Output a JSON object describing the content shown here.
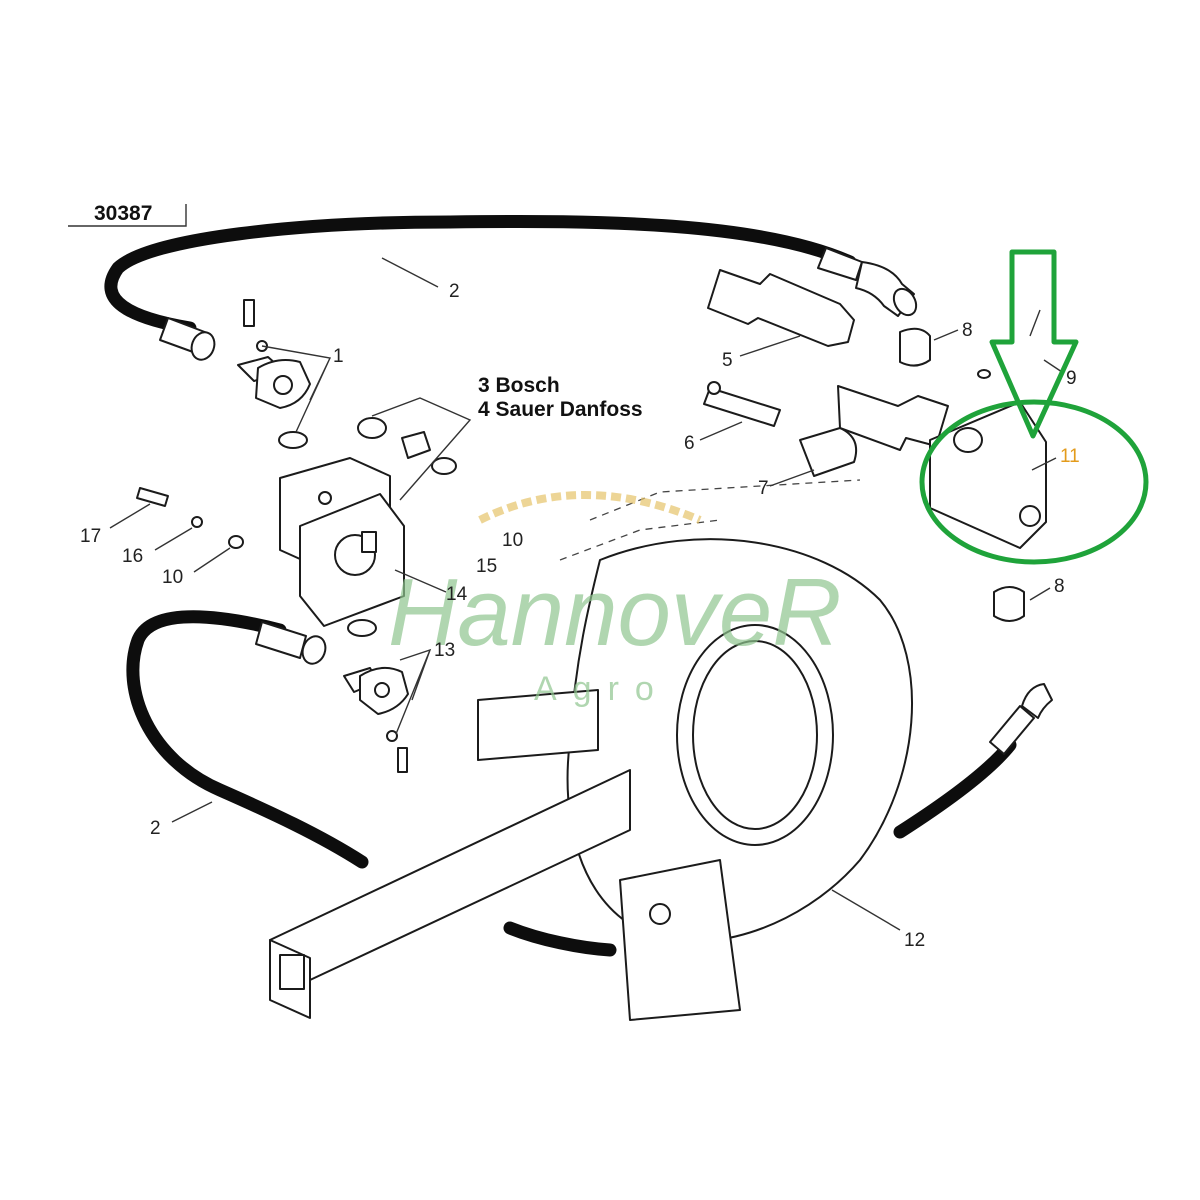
{
  "diagram_ref": "30387",
  "notes": {
    "bosch": "3 Bosch",
    "sauer": "4 Sauer Danfoss"
  },
  "labels": {
    "l1": "1",
    "l2a": "2",
    "l2b": "2",
    "l5": "5",
    "l6": "6",
    "l7": "7",
    "l8a": "8",
    "l8b": "8",
    "l9": "9",
    "l10a": "10",
    "l10b": "10",
    "l11": "11",
    "l12": "12",
    "l13": "13",
    "l14": "14",
    "l15": "15",
    "l16": "16",
    "l17": "17"
  },
  "watermark": {
    "brand": "HannoveR",
    "sub": "Agro"
  },
  "colors": {
    "highlight": "#1fa33a",
    "label_highlight": "#e39b1c",
    "line": "#1b1b1b"
  },
  "highlight": {
    "shape": "ellipse",
    "pointer": "down-arrow",
    "target": "11"
  }
}
